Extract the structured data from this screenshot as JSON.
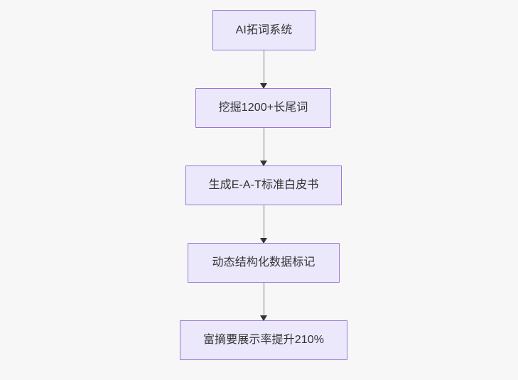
{
  "diagram": {
    "type": "flowchart",
    "direction": "top-to-bottom",
    "background_color": "#f7f7f7",
    "node_fill_color": "#ebe8fc",
    "node_border_color": "#9b76d4",
    "node_text_color": "#333333",
    "edge_line_color": "#7f7f7f",
    "edge_arrow_color": "#333333",
    "nodes": [
      {
        "id": "n1",
        "label": "AI拓词系统"
      },
      {
        "id": "n2",
        "label": "挖掘1200+长尾词"
      },
      {
        "id": "n3",
        "label": "生成E-A-T标准白皮书"
      },
      {
        "id": "n4",
        "label": "动态结构化数据标记"
      },
      {
        "id": "n5",
        "label": "富摘要展示率提升210%"
      }
    ],
    "edges": [
      {
        "id": "e1",
        "from": "n1",
        "to": "n2",
        "label": ""
      },
      {
        "id": "e2",
        "from": "n2",
        "to": "n3",
        "label": ""
      },
      {
        "id": "e3",
        "from": "n3",
        "to": "n4",
        "label": ""
      },
      {
        "id": "e4",
        "from": "n4",
        "to": "n5",
        "label": ""
      }
    ]
  }
}
